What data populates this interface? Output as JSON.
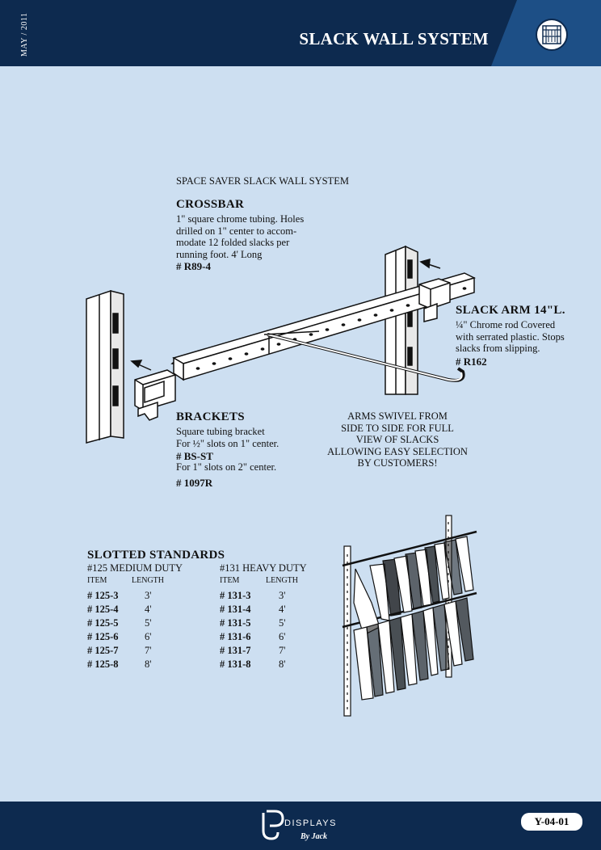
{
  "header": {
    "date": "MAY / 2011",
    "title": "SLACK WALL SYSTEM",
    "logo_icon": "rack-icon"
  },
  "intro": "SPACE SAVER SLACK WALL SYSTEM",
  "crossbar": {
    "heading": "CROSSBAR",
    "lines": [
      "1\"  square chrome tubing. Holes",
      "drilled on 1\"  center to accom-",
      "modate 12 folded slacks per",
      "running foot.  4'  Long"
    ],
    "code": "# R89-4"
  },
  "slack_arm": {
    "heading": "SLACK ARM 14\"L.",
    "lines": [
      "¼\"  Chrome rod Covered",
      "with serrated plastic. Stops",
      "slacks from slipping."
    ],
    "code": "# R162"
  },
  "brackets": {
    "heading": "BRACKETS",
    "lines": [
      "Square tubing bracket",
      "For ½\"  slots on 1\" center."
    ],
    "code1": "# BS-ST",
    "line3": "For 1\"  slots on 2\" center.",
    "code2": "# 1097R"
  },
  "arms_note": [
    "ARMS SWIVEL FROM",
    "SIDE TO SIDE FOR FULL",
    "VIEW OF SLACKS",
    "ALLOWING EASY SELECTION",
    "BY CUSTOMERS!"
  ],
  "standards": {
    "heading": "SLOTTED STANDARDS",
    "medium": {
      "title": "#125  MEDIUM DUTY",
      "col_item": "ITEM",
      "col_length": "LENGTH",
      "rows": [
        {
          "item": "# 125-3",
          "length": "3'"
        },
        {
          "item": "# 125-4",
          "length": "4'"
        },
        {
          "item": "# 125-5",
          "length": "5'"
        },
        {
          "item": "# 125-6",
          "length": "6'"
        },
        {
          "item": "# 125-7",
          "length": "7'"
        },
        {
          "item": "# 125-8",
          "length": "8'"
        }
      ]
    },
    "heavy": {
      "title": "#131  HEAVY DUTY",
      "col_item": "ITEM",
      "col_length": "LENGTH",
      "rows": [
        {
          "item": "# 131-3",
          "length": "3'"
        },
        {
          "item": "# 131-4",
          "length": "4'"
        },
        {
          "item": "# 131-5",
          "length": "5'"
        },
        {
          "item": "# 131-6",
          "length": "6'"
        },
        {
          "item": "# 131-7",
          "length": "7'"
        },
        {
          "item": "# 131-8",
          "length": "8'"
        }
      ]
    }
  },
  "footer": {
    "brand": "DISPLAYS",
    "brand_sub": "By Jack",
    "page_code": "Y-04-01"
  }
}
